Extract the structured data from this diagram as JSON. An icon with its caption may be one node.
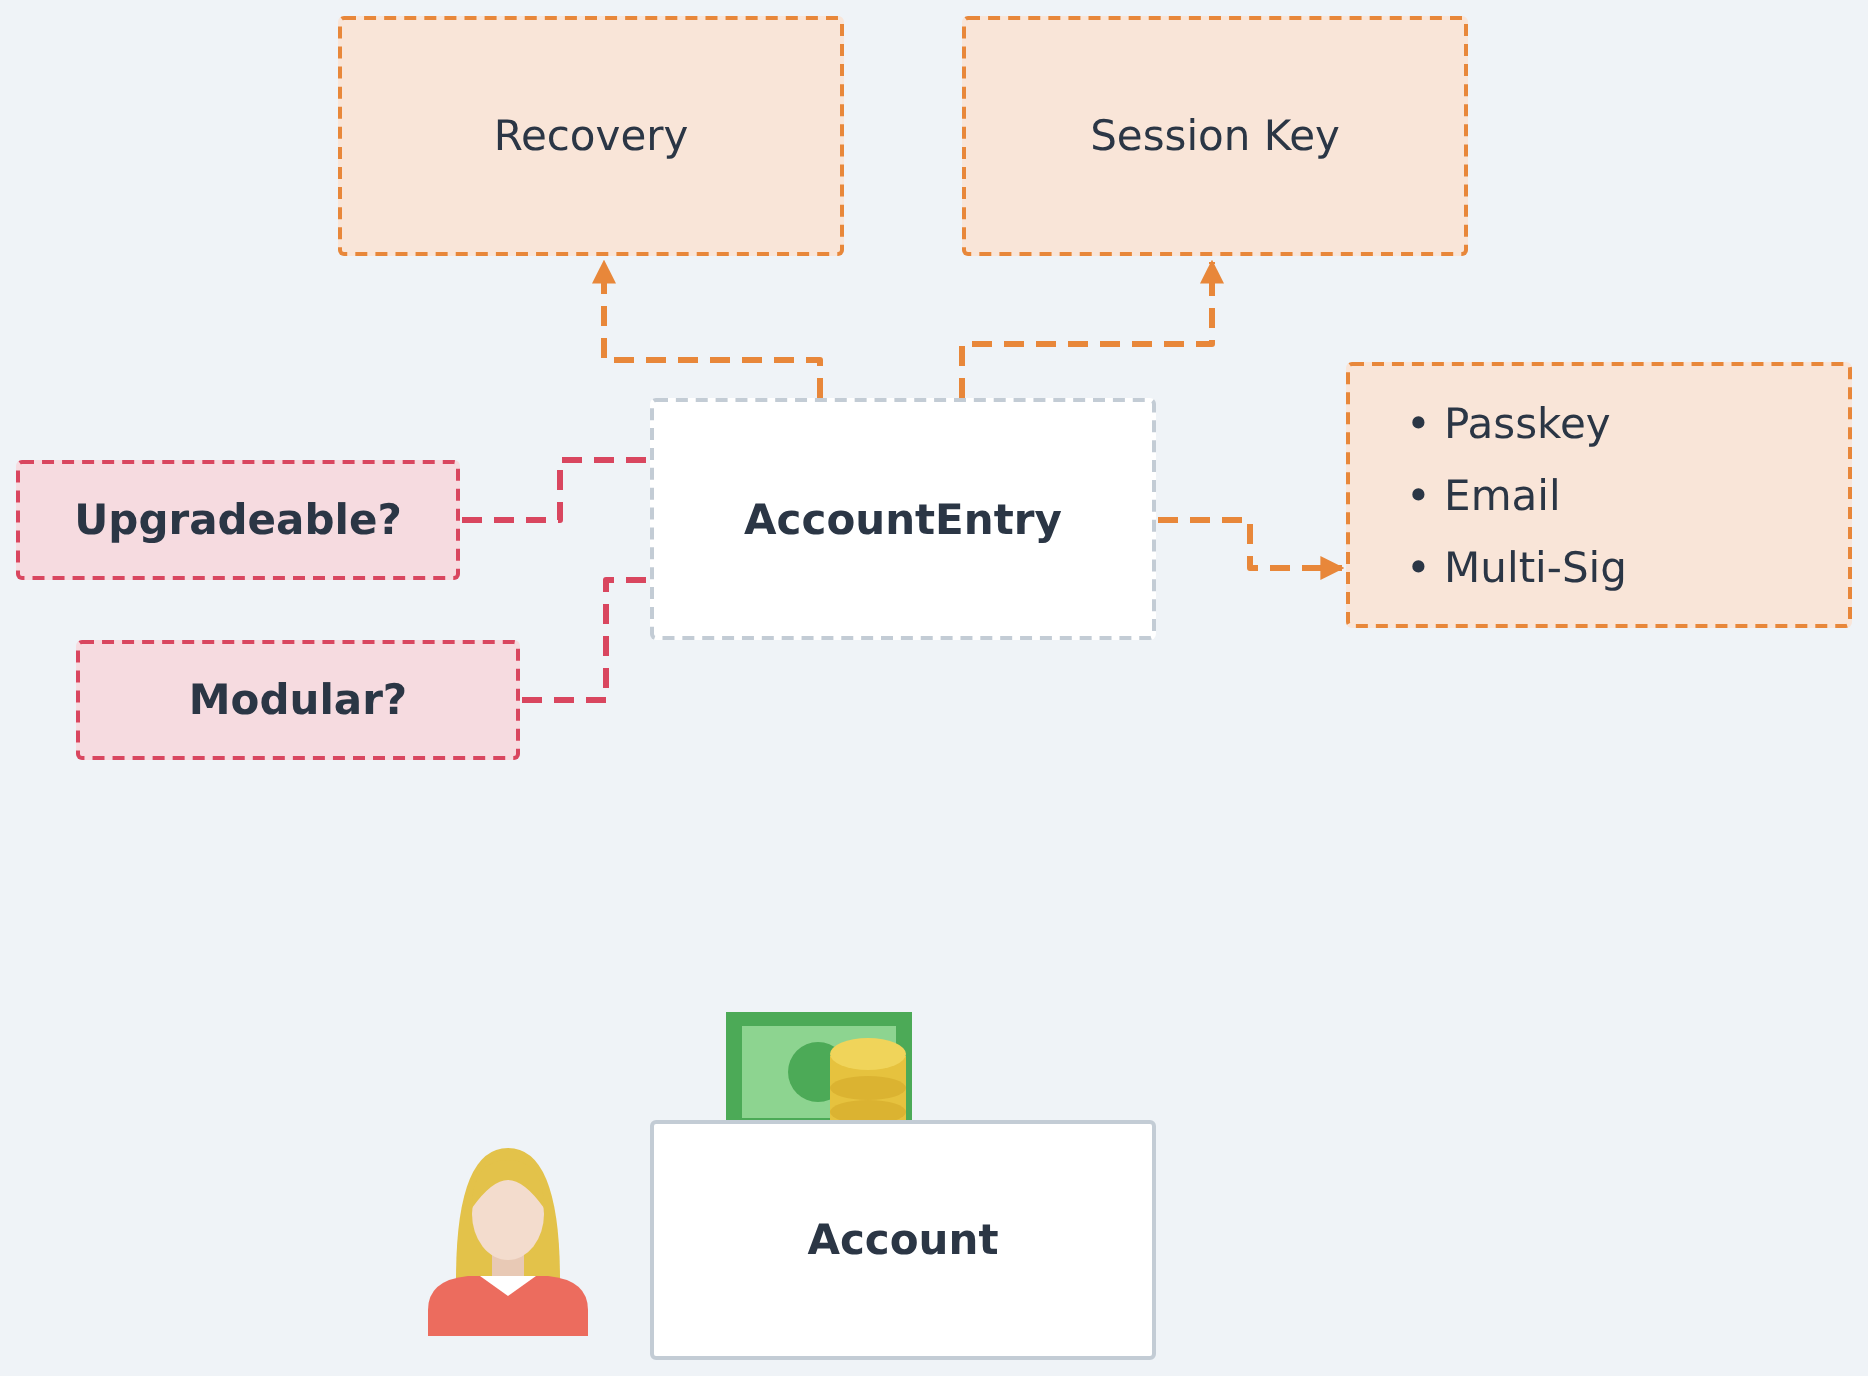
{
  "diagram": {
    "nodes": [
      {
        "text": [
          "Recovery"
        ]
      },
      {
        "text": [
          "Session Key"
        ]
      },
      {
        "text": [
          "Upgradeable?"
        ]
      },
      {
        "text": [
          "AccountEntry"
        ]
      },
      {
        "text": [
          "• Passkey",
          "• Email",
          "• Multi-Sig"
        ]
      },
      {
        "text": [
          "Modular?"
        ]
      },
      {
        "text": [
          "Account"
        ]
      }
    ],
    "edges": [
      {
        "from": 3,
        "to": 0,
        "arrow": "to",
        "style": "dashed"
      },
      {
        "from": 3,
        "to": 1,
        "arrow": "to",
        "style": "dashed"
      },
      {
        "from": 3,
        "to": 4,
        "arrow": "to",
        "style": "dashed"
      },
      {
        "from": 2,
        "to": 3,
        "arrow": "none",
        "style": "dashed",
        "color": "#d9465f"
      },
      {
        "from": 5,
        "to": 3,
        "arrow": "none",
        "style": "dashed",
        "color": "#d9465f"
      }
    ]
  }
}
